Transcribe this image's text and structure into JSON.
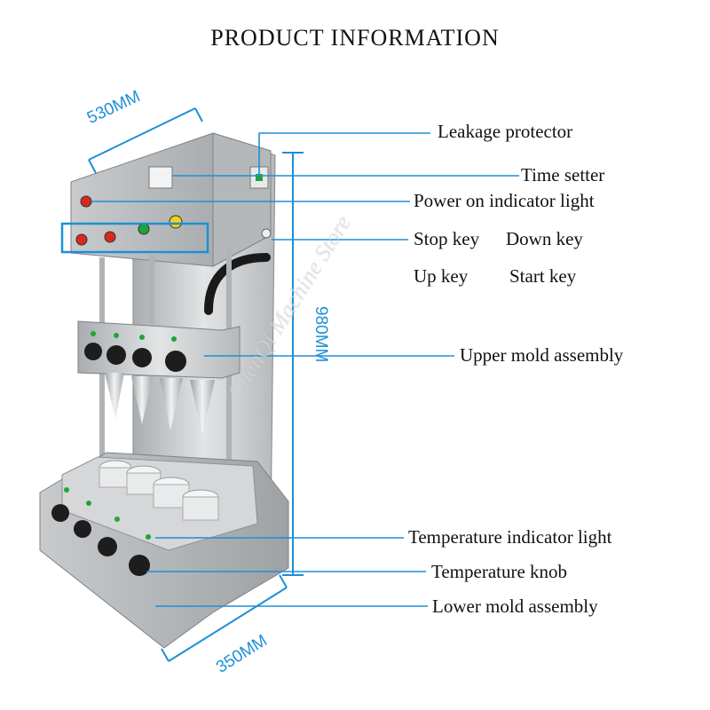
{
  "title": "PRODUCT INFORMATION",
  "watermark": "ChenQi Machine Store",
  "dimensions": {
    "width": "530MM",
    "height": "980MM",
    "depth": "350MM"
  },
  "labels": {
    "leakage_protector": "Leakage protector",
    "time_setter": "Time setter",
    "power_indicator": "Power on indicator light",
    "stop_key": "Stop key",
    "down_key": "Down key",
    "up_key": "Up key",
    "start_key": "Start key",
    "upper_mold": "Upper mold assembly",
    "temp_indicator": "Temperature indicator light",
    "temp_knob": "Temperature knob",
    "lower_mold": "Lower mold assembly"
  },
  "colors": {
    "callout_line": "#1e8fd6",
    "steel": "#c9cbcd",
    "steel_dark": "#8f9396",
    "red_button": "#d62a1e",
    "green_button": "#1ea53a",
    "yellow_button": "#f0d21a"
  }
}
